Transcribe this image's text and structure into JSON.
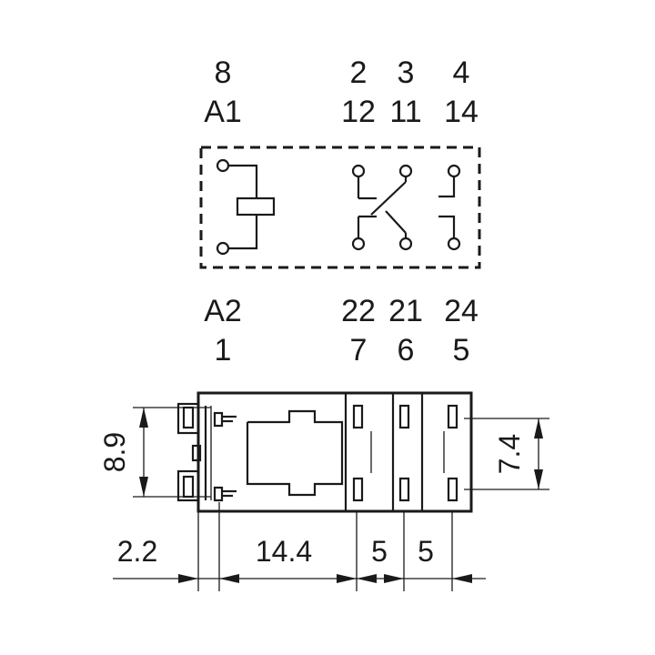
{
  "schematic": {
    "top_labels": {
      "coil_a1_pin": "8",
      "coil_a1": "A1",
      "c1_nc_pin": "2",
      "c1_nc": "12",
      "c1_com_pin": "3",
      "c1_com": "11",
      "c1_no_pin": "4",
      "c1_no": "14"
    },
    "bottom_labels": {
      "coil_a2": "A2",
      "coil_a2_pin": "1",
      "c2_nc": "22",
      "c2_nc_pin": "7",
      "c2_com": "21",
      "c2_com_pin": "6",
      "c2_no": "24",
      "c2_no_pin": "5"
    }
  },
  "dimensions": {
    "height_left": "8.9",
    "height_right": "7.4",
    "flange": "2.2",
    "coil_section": "14.4",
    "pitch_1": "5",
    "pitch_2": "5"
  }
}
